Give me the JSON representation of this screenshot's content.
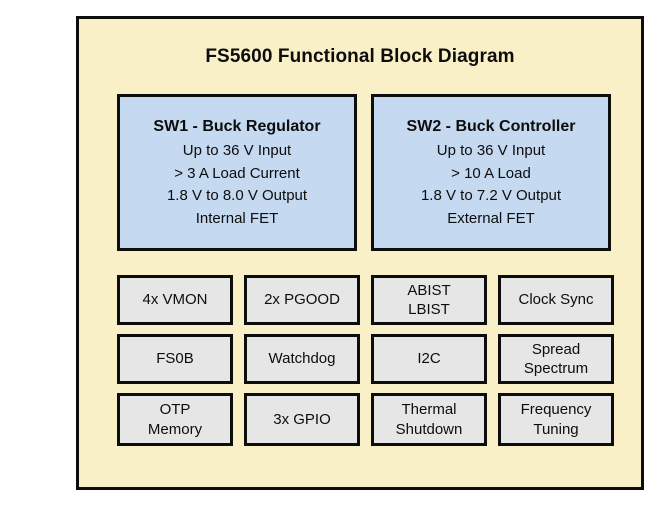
{
  "diagram": {
    "title": "FS5600 Functional Block Diagram",
    "colors": {
      "panel_background": "#faf0c8",
      "border": "#0d0d0d",
      "switcher_block_fill": "#c5d9f1",
      "feature_block_fill": "#e7e6e6",
      "text": "#0d0d0d"
    },
    "switchers": [
      {
        "title": "SW1 - Buck Regulator",
        "specs": [
          "Up to 36 V Input",
          "> 3 A Load Current",
          "1.8 V to 8.0 V Output",
          "Internal FET"
        ]
      },
      {
        "title": "SW2 - Buck Controller",
        "specs": [
          "Up to 36 V Input",
          "> 10 A Load",
          "1.8 V to 7.2 V Output",
          "External FET"
        ]
      }
    ],
    "features": [
      [
        {
          "lines": [
            "4x VMON"
          ]
        },
        {
          "lines": [
            "2x PGOOD"
          ]
        },
        {
          "lines": [
            "ABIST",
            "LBIST"
          ]
        },
        {
          "lines": [
            "Clock Sync"
          ]
        }
      ],
      [
        {
          "lines": [
            "FS0B"
          ]
        },
        {
          "lines": [
            "Watchdog"
          ]
        },
        {
          "lines": [
            "I2C"
          ]
        },
        {
          "lines": [
            "Spread",
            "Spectrum"
          ]
        }
      ],
      [
        {
          "lines": [
            "OTP",
            "Memory"
          ]
        },
        {
          "lines": [
            "3x GPIO"
          ]
        },
        {
          "lines": [
            "Thermal",
            "Shutdown"
          ]
        },
        {
          "lines": [
            "Frequency",
            "Tuning"
          ]
        }
      ]
    ]
  }
}
